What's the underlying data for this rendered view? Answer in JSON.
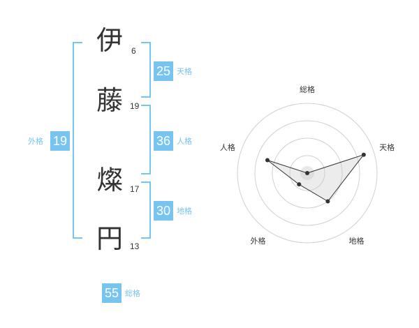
{
  "name": {
    "chars": [
      {
        "char": "伊",
        "strokes": "6"
      },
      {
        "char": "藤",
        "strokes": "19"
      },
      {
        "char": "燦",
        "strokes": "17"
      },
      {
        "char": "円",
        "strokes": "13"
      }
    ]
  },
  "kakusu": {
    "tenkaku": {
      "value": "25",
      "label": "天格"
    },
    "jinkaku": {
      "value": "36",
      "label": "人格"
    },
    "chikaku": {
      "value": "30",
      "label": "地格"
    },
    "gaikaku": {
      "value": "19",
      "label": "外格"
    },
    "soukaku": {
      "value": "55",
      "label": "総格"
    }
  },
  "colors": {
    "accent": "#78c4f0",
    "text": "#333333"
  },
  "chart_data": {
    "type": "radar",
    "axes": [
      "総格",
      "天格",
      "地格",
      "外格",
      "人格"
    ],
    "values": [
      0.0,
      0.85,
      0.5,
      0.2,
      0.6
    ],
    "range": [
      0,
      1
    ],
    "rings": 4
  }
}
